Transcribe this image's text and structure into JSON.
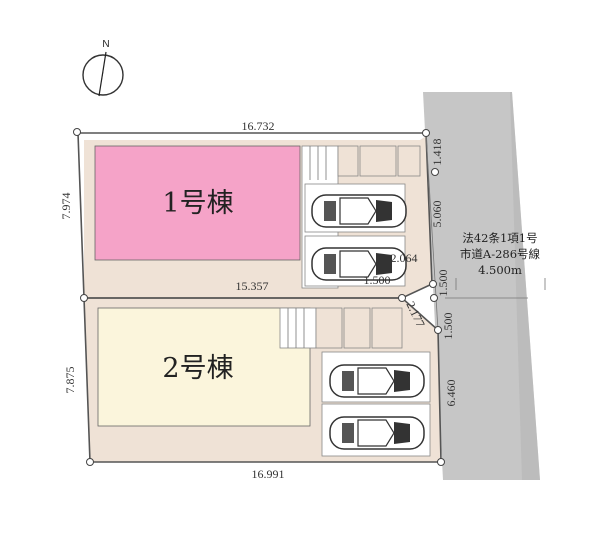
{
  "compass": {
    "label": "N"
  },
  "lots": [
    {
      "building_label": "1号棟",
      "color": "#f5a3c8",
      "lot_color": "#efe2d6"
    },
    {
      "building_label": "2号棟",
      "color": "#fbf5dc",
      "lot_color": "#efe2d6"
    }
  ],
  "dimensions": {
    "top": "16.732",
    "lot1_left": "7.974",
    "lot1_right_top": "1.418",
    "lot1_right": "5.060",
    "lot1_bottom": "15.357",
    "corner_a": "2.064",
    "corner_b": "1.500",
    "right_mid": "1.500",
    "diag": "2.177",
    "lot2_right_top": "1.500",
    "lot2_left": "7.875",
    "lot2_right": "6.460",
    "bottom": "16.991"
  },
  "road": {
    "line1": "法42条1項1号",
    "line2": "市道A-286号線",
    "width": "4.500m",
    "color": "#c6c6c6"
  }
}
